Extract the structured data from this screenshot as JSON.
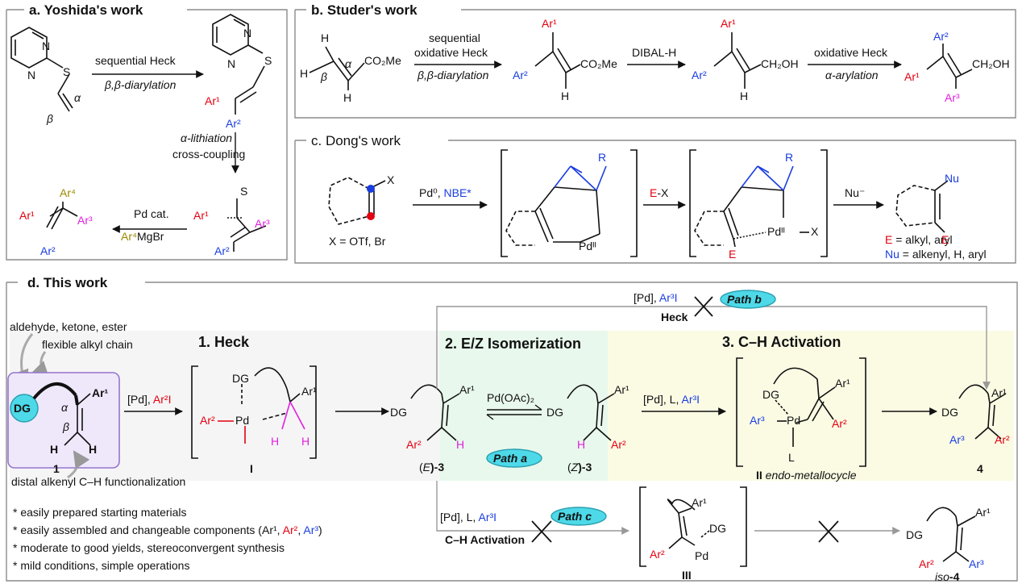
{
  "colors": {
    "ar1": "#e3000f",
    "ar2": "#1a3de0",
    "ar3": "#e020e0",
    "ar4": "#9a8a00",
    "highlight_cyan": "#4dd9e8",
    "panel_border": "#8c8c8c",
    "heck_bg": "#f5f5f5",
    "iso_bg": "#e8f8ec",
    "ch_bg": "#fbfbe4"
  },
  "panel_a": {
    "title": "a. Yoshida's work",
    "step1": "sequential Heck",
    "step1_sub": "β,β-diarylation",
    "step2": "α-lithiation",
    "step3": "cross-coupling",
    "step4": "Pd cat.",
    "step5_ar": "Ar⁴",
    "step5_rest": "MgBr"
  },
  "panel_b": {
    "title": "b. Studer's work",
    "step1": "sequential",
    "step2": "oxidative Heck",
    "step3": "β,β-diarylation",
    "step4": "DIBAL-H",
    "step5": "oxidative Heck",
    "step6": "α-arylation"
  },
  "panel_c": {
    "title": "c. Dong's work",
    "x_eq": "X = OTf, Br",
    "reagent_pd": "Pd⁰, ",
    "reagent_nbe": "NBE*",
    "reagent_e": "E",
    "reagent_ex": "-X",
    "reagent_nu": "Nu⁻",
    "def_e_sym": "E",
    "def_e_text": " = alkyl, aryl",
    "def_nu_sym": "Nu",
    "def_nu_text": " = alkenyl, H, aryl"
  },
  "panel_d": {
    "title": "d. This work",
    "heading_heck": "1. Heck",
    "heading_iso": "2. E/Z Isomerization",
    "heading_ch": "3. C–H Activation",
    "note_dg": "aldehyde, ketone, ester",
    "note_chain": "flexible alkyl chain",
    "note_distal": "distal alkenyl C–H functionalization",
    "dg": "DG",
    "reagent_pd": "[Pd], ",
    "reagent_ar2i": "Ar²I",
    "reagent_pdoac": "Pd(OAc)₂",
    "reagent_pdl": "[Pd], L, ",
    "reagent_ar3i": "Ar³I",
    "path_a": "Path a",
    "path_b": "Path b",
    "path_c": "Path c",
    "label_heck": "Heck",
    "label_ch": "C–H Activation",
    "compound_1": "1",
    "compound_I": "I",
    "compound_E3_pre": "(",
    "compound_E3_E": "E",
    "compound_E3_post": ")-3",
    "compound_Z3_pre": "(",
    "compound_Z3_Z": "Z",
    "compound_Z3_post": ")-3",
    "compound_II": "II",
    "compound_II_desc": " endo-metallocycle",
    "compound_4": "4",
    "compound_III": "III",
    "compound_iso4_pre": "iso",
    "compound_iso4_post": "-4",
    "bullet1": "* easily prepared starting materials",
    "bullet2_pre": "* easily assembled and changeable components (",
    "bullet2_ar1": "Ar¹",
    "bullet2_comma1": ", ",
    "bullet2_ar2": "Ar²",
    "bullet2_comma2": ", ",
    "bullet2_ar3": "Ar³",
    "bullet2_post": ")",
    "bullet3": "* moderate to good yields, stereoconvergent synthesis",
    "bullet4": "* mild conditions, simple operations"
  },
  "labels": {
    "ar1": "Ar¹",
    "ar2": "Ar²",
    "ar3": "Ar³",
    "ar4": "Ar⁴",
    "h": "H",
    "s": "S",
    "n": "N",
    "x": "X",
    "r": "R",
    "e": "E",
    "nu": "Nu",
    "pd": "Pd",
    "pd2": "Pdᴵᴵ",
    "l": "L",
    "i": "I",
    "co2me": "CO₂Me",
    "ch2oh": "CH₂OH",
    "alpha": "α",
    "beta": "β",
    "ar1_bold": "Ar¹",
    "dg_bold": "DG"
  }
}
